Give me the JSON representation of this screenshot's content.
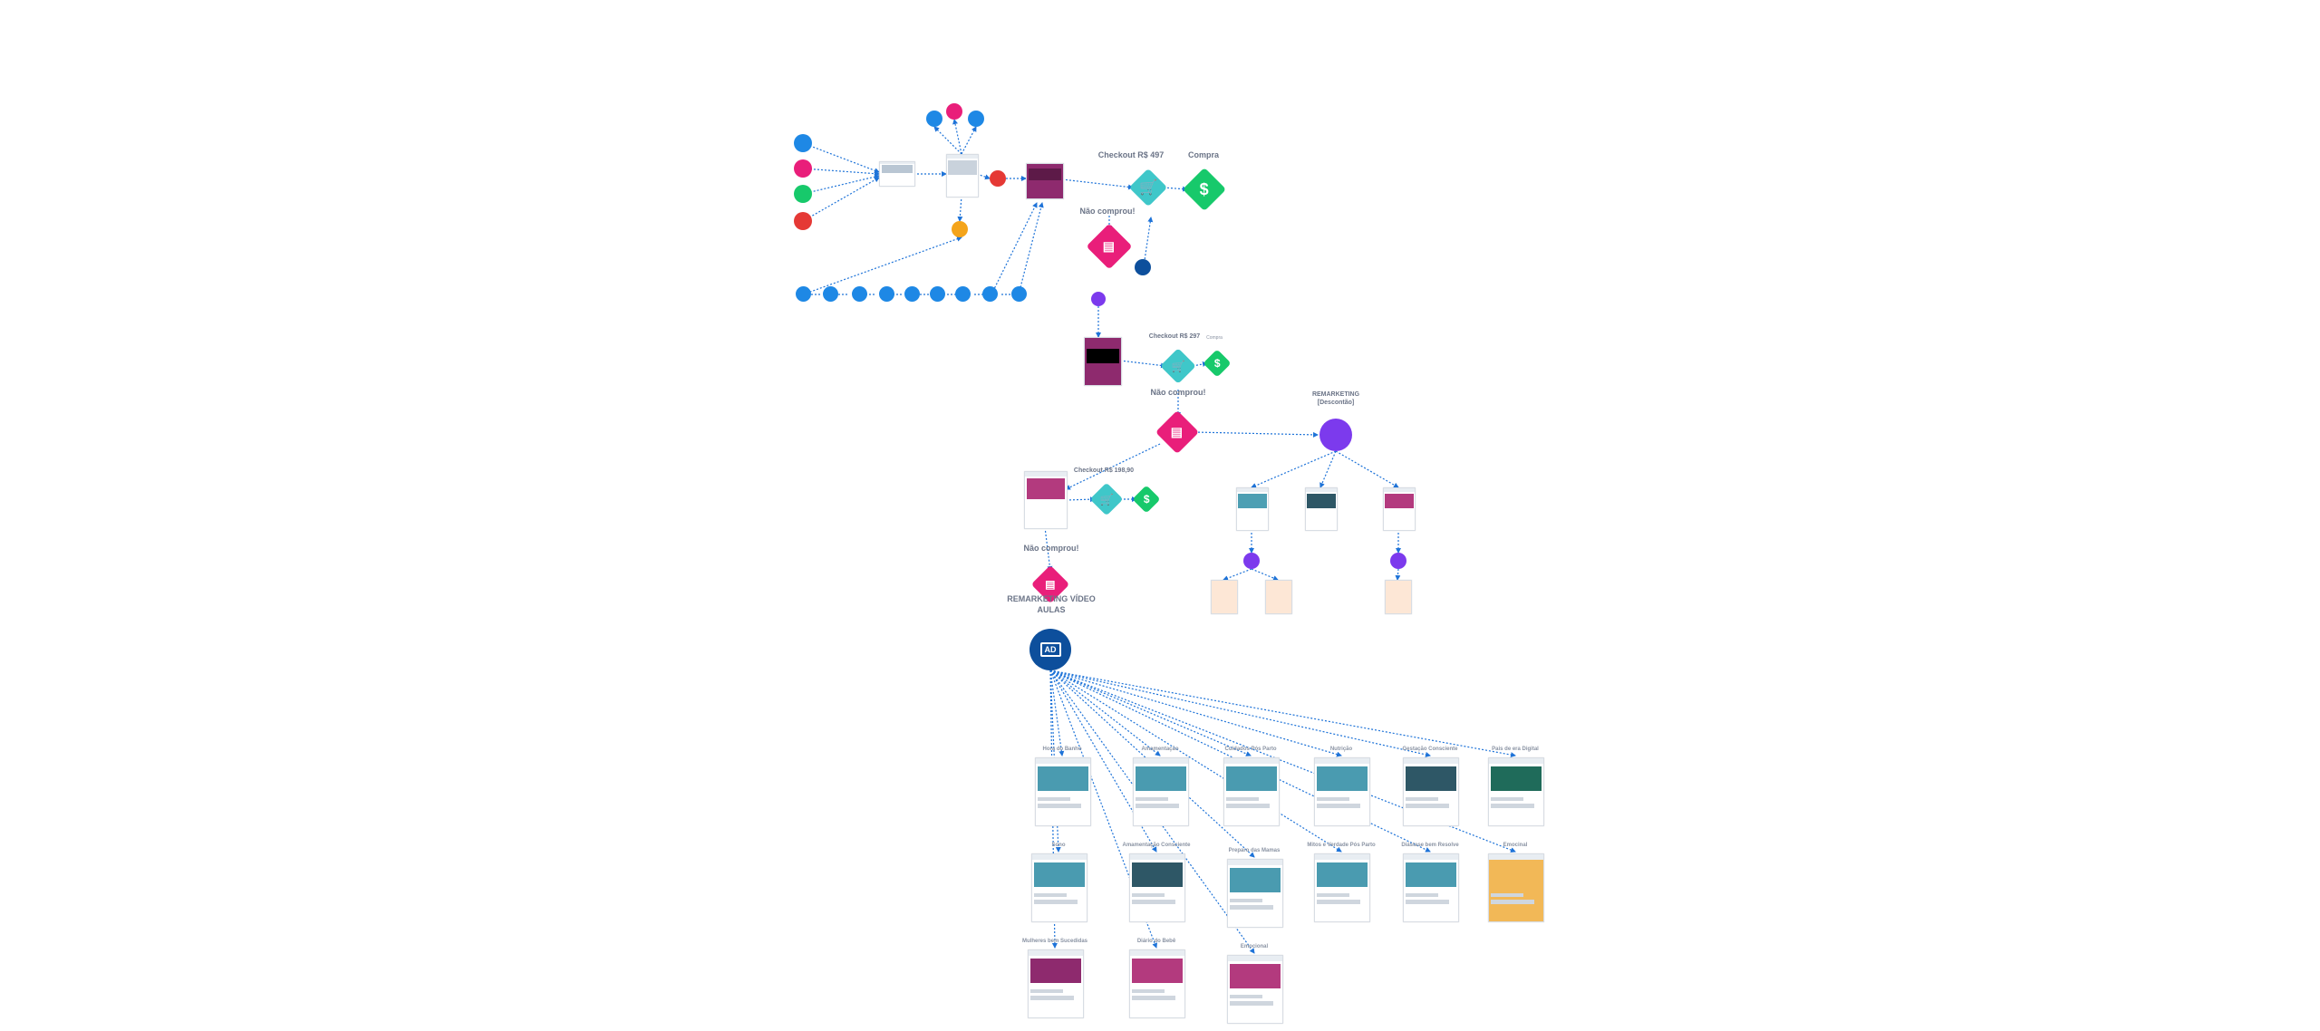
{
  "labels": {
    "checkout_497": "Checkout R$ 497",
    "compra": "Compra",
    "nao_comprou_1": "Não comprou!",
    "checkout_297": "Checkout R$ 297",
    "compra_2": "Compra",
    "nao_comprou_2": "Não comprou!",
    "remarketing": "REMARKETING",
    "descontao": "[Descontão]",
    "checkout_198": "Checkout R$ 198,90",
    "nao_comprou_3": "Não comprou!",
    "remarketing_video": "REMARKETING VÍDEO",
    "aulas": "AULAS"
  },
  "video_pages": [
    {
      "label": "Hora do Banho"
    },
    {
      "label": "Amamentação"
    },
    {
      "label": "Cuidados Pós Parto"
    },
    {
      "label": "Nutrição"
    },
    {
      "label": "Gestação Consciente"
    },
    {
      "label": "Pais de era Digital"
    },
    {
      "label": "Sono"
    },
    {
      "label": "Amamentação Consciente"
    },
    {
      "label": "Preparo das Mamas"
    },
    {
      "label": "Mitos e Verdade Pós Parto"
    },
    {
      "label": "Diástase bem Resolve"
    },
    {
      "label": "Emocinal"
    },
    {
      "label": "Mulheres bem Sucedidas"
    },
    {
      "label": "Diário do Bebê"
    },
    {
      "label": "Emocional"
    }
  ],
  "colors": {
    "blue": "#1e88e5",
    "dark_blue": "#0d4f9c",
    "pink": "#e91e7a",
    "teal": "#3fc7c9",
    "green": "#17c96b",
    "purple": "#7c3aed",
    "orange": "#f4a41b",
    "red": "#e53935",
    "line": "#1e73d8",
    "label": "#6b7487"
  }
}
